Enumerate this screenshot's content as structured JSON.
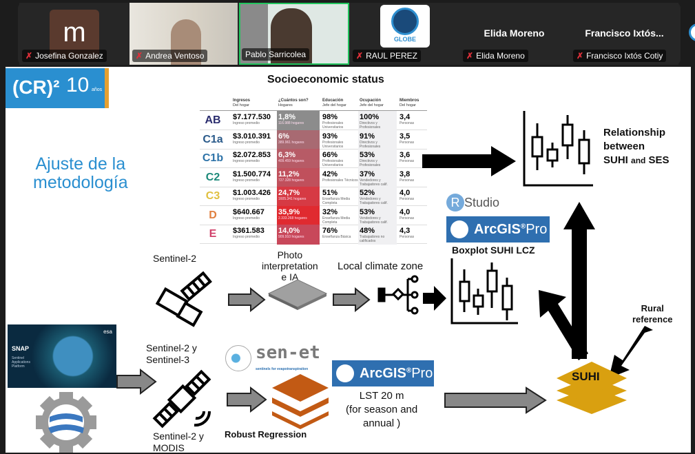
{
  "participants": [
    {
      "name": "Josefina Gonzalez",
      "avatar_letter": "m",
      "muted": true
    },
    {
      "name": "Andrea Ventoso",
      "muted": true
    },
    {
      "name": "Pablo Sarricolea",
      "muted": false,
      "active_speaker": true
    },
    {
      "name": "RAUL PEREZ",
      "muted": true,
      "logo": "GLOBE"
    },
    {
      "name": "Elida Moreno",
      "display": "Elida Moreno",
      "muted": true
    },
    {
      "name": "Francisco Ixtós Cotiy",
      "display": "Francisco  Ixtós...",
      "muted": true
    }
  ],
  "colors": {
    "active_border": "#22c55e",
    "muted_icon": "#e0303a",
    "logo_blue": "#2e8fd0",
    "slide_title": "#2a8fd0",
    "layers_orange": "#c25a14",
    "suhi_gold": "#d9a010"
  },
  "slide": {
    "logo_text": "(CR)²",
    "logo_years": "10",
    "logo_anos": "años",
    "title_line1": "Ajuste de la",
    "title_line2": "metodología",
    "ses_title": "Socioeconomic status",
    "table_headers": [
      {
        "title": "Ingresos",
        "sub": "Del hogar"
      },
      {
        "title": "¿Cuántos son?",
        "sub": "Hogares"
      },
      {
        "title": "Educación",
        "sub": "Jefe del hogar"
      },
      {
        "title": "Ocupación",
        "sub": "Jefe del hogar"
      },
      {
        "title": "Miembros",
        "sub": "Del hogar"
      }
    ],
    "table_rows": [
      {
        "label": "AB",
        "color": "#2b2d6e",
        "income": "$7.177.530",
        "income_sub": "Ingreso promedio",
        "pct": "1,8%",
        "hogares": "116.988 hogares",
        "pct_color": "#8c8c8c",
        "edu": "98%",
        "edu_sub": "Profesionales Universitarios",
        "occ": "100%",
        "occ_sub": "Directivos y Profesionales",
        "mem": "3,4",
        "mem_sub": "Personas"
      },
      {
        "label": "C1a",
        "color": "#2a5a8a",
        "income": "$3.010.391",
        "income_sub": "Ingreso promedio",
        "pct": "6%",
        "hogares": "389.961 hogares",
        "pct_color": "#a86a72",
        "edu": "93%",
        "edu_sub": "Profesionales Universitarios",
        "occ": "91%",
        "occ_sub": "Directivos y Profesionales",
        "mem": "3,5",
        "mem_sub": "Personas"
      },
      {
        "label": "C1b",
        "color": "#2e73a8",
        "income": "$2.072.853",
        "income_sub": "Ingreso promedio",
        "pct": "6,3%",
        "hogares": "409.459 hogares",
        "pct_color": "#b75b66",
        "edu": "66%",
        "edu_sub": "Profesionales Universitarios",
        "occ": "53%",
        "occ_sub": "Directivos y Profesionales",
        "mem": "3,6",
        "mem_sub": "Personas"
      },
      {
        "label": "C2",
        "color": "#1d8a7a",
        "income": "$1.500.774",
        "income_sub": "Ingreso promedio",
        "pct": "11,2%",
        "hogares": "727.328 hogares",
        "pct_color": "#c0505c",
        "edu": "42%",
        "edu_sub": "Profesionales Técnicos",
        "occ": "37%",
        "occ_sub": "Vendedores y Trabajadores calif.",
        "mem": "3,8",
        "mem_sub": "Personas"
      },
      {
        "label": "C3",
        "color": "#e0c040",
        "income": "$1.003.426",
        "income_sub": "Ingreso promedio",
        "pct": "24,7%",
        "hogares": "1605.341 hogares",
        "pct_color": "#d63a44",
        "edu": "51%",
        "edu_sub": "Enseñanza Media Completa",
        "occ": "52%",
        "occ_sub": "Vendedores y Trabajadores calif.",
        "mem": "4,0",
        "mem_sub": "Personas"
      },
      {
        "label": "D",
        "color": "#e08040",
        "income": "$640.667",
        "income_sub": "Ingreso promedio",
        "pct": "35,9%",
        "hogares": "2.333.268 hogares",
        "pct_color": "#e02a30",
        "edu": "32%",
        "edu_sub": "Enseñanza Media Completa",
        "occ": "53%",
        "occ_sub": "Vendedores y Trabajadores calif.",
        "mem": "4,0",
        "mem_sub": "Personas"
      },
      {
        "label": "E",
        "color": "#d0406a",
        "income": "$361.583",
        "income_sub": "Ingreso promedio",
        "pct": "14,0%",
        "hogares": "909.910 hogares",
        "pct_color": "#c8485a",
        "edu": "76%",
        "edu_sub": "Enseñanza Básica",
        "occ": "48%",
        "occ_sub": "Trabajadores no calificados",
        "mem": "4,3",
        "mem_sub": "Personas"
      }
    ],
    "relationship_line1": "Relationship",
    "relationship_line2": "between",
    "relationship_line3": "SUHI",
    "relationship_and": "and",
    "relationship_ses": "SES",
    "rstudio": "Studio",
    "rstudio_r": "R",
    "arcgis": "ArcGIS",
    "arcgis_pro": "Pro",
    "boxplot_label": "Boxplot SUHI LCZ",
    "sentinel2": "Sentinel-2",
    "photo_line1": "Photo",
    "photo_line2": "interpretation",
    "photo_line3": "e IA",
    "lcz": "Local climate zone",
    "rural_line1": "Rural",
    "rural_line2": "reference",
    "snap_title": "SNAP",
    "snap_sub": "Sentinel Applications Platform",
    "esa": "esa",
    "s2s3_line1": "Sentinel-2 y",
    "s2s3_line2": "Sentinel-3",
    "s2modis_line1": "Sentinel-2 y",
    "s2modis_line2": "MODIS",
    "senet": "sen-et",
    "senet_sub": "sentinels for evapotranspiration",
    "robust": "Robust Regression",
    "lst_line1": "LST 20 m",
    "lst_line2": "(for season and",
    "lst_line3": "annual )",
    "suhi": "SUHI"
  }
}
